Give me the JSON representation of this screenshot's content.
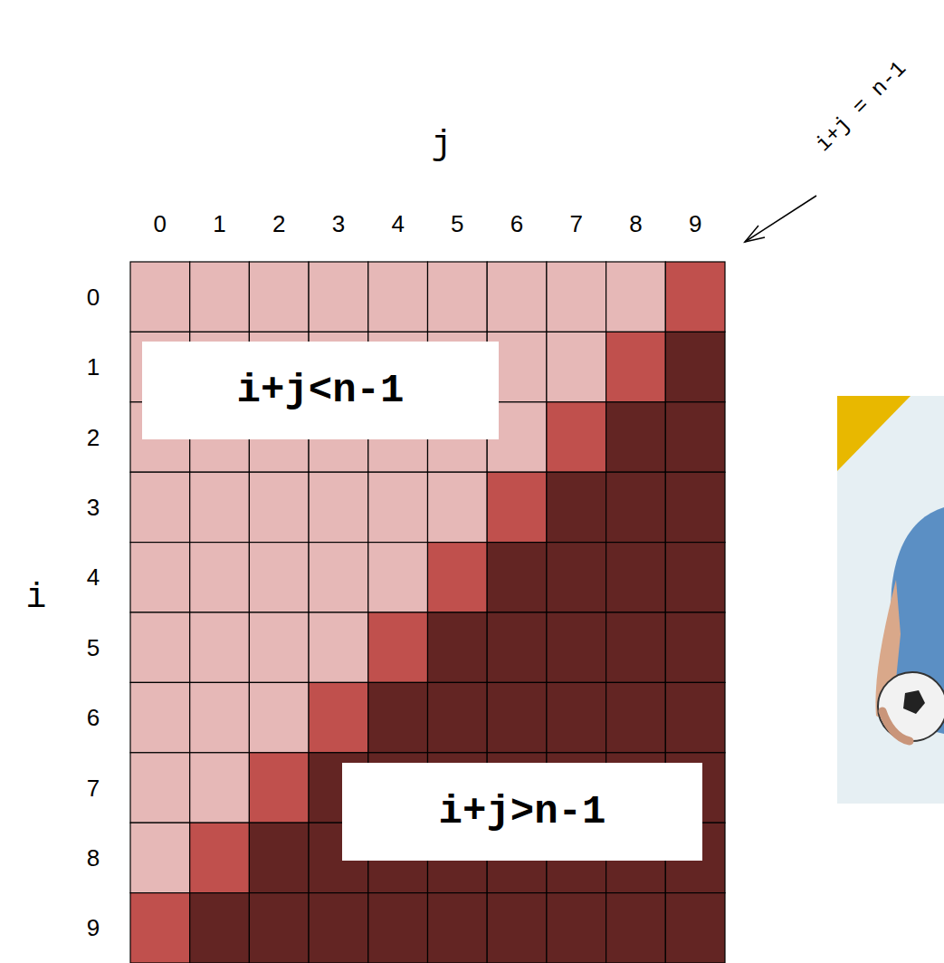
{
  "diagram": {
    "nodes": [
      {
        "text": [
          "i+j<n-1"
        ]
      },
      {
        "text": [
          "i+j>n-1"
        ]
      }
    ],
    "labels": [
      "j",
      "0",
      "1",
      "2",
      "3",
      "4",
      "5",
      "6",
      "7",
      "8",
      "9",
      "i",
      "0",
      "1",
      "2",
      "3",
      "4",
      "5",
      "6",
      "7",
      "8",
      "9",
      "i+j = n-1"
    ]
  }
}
